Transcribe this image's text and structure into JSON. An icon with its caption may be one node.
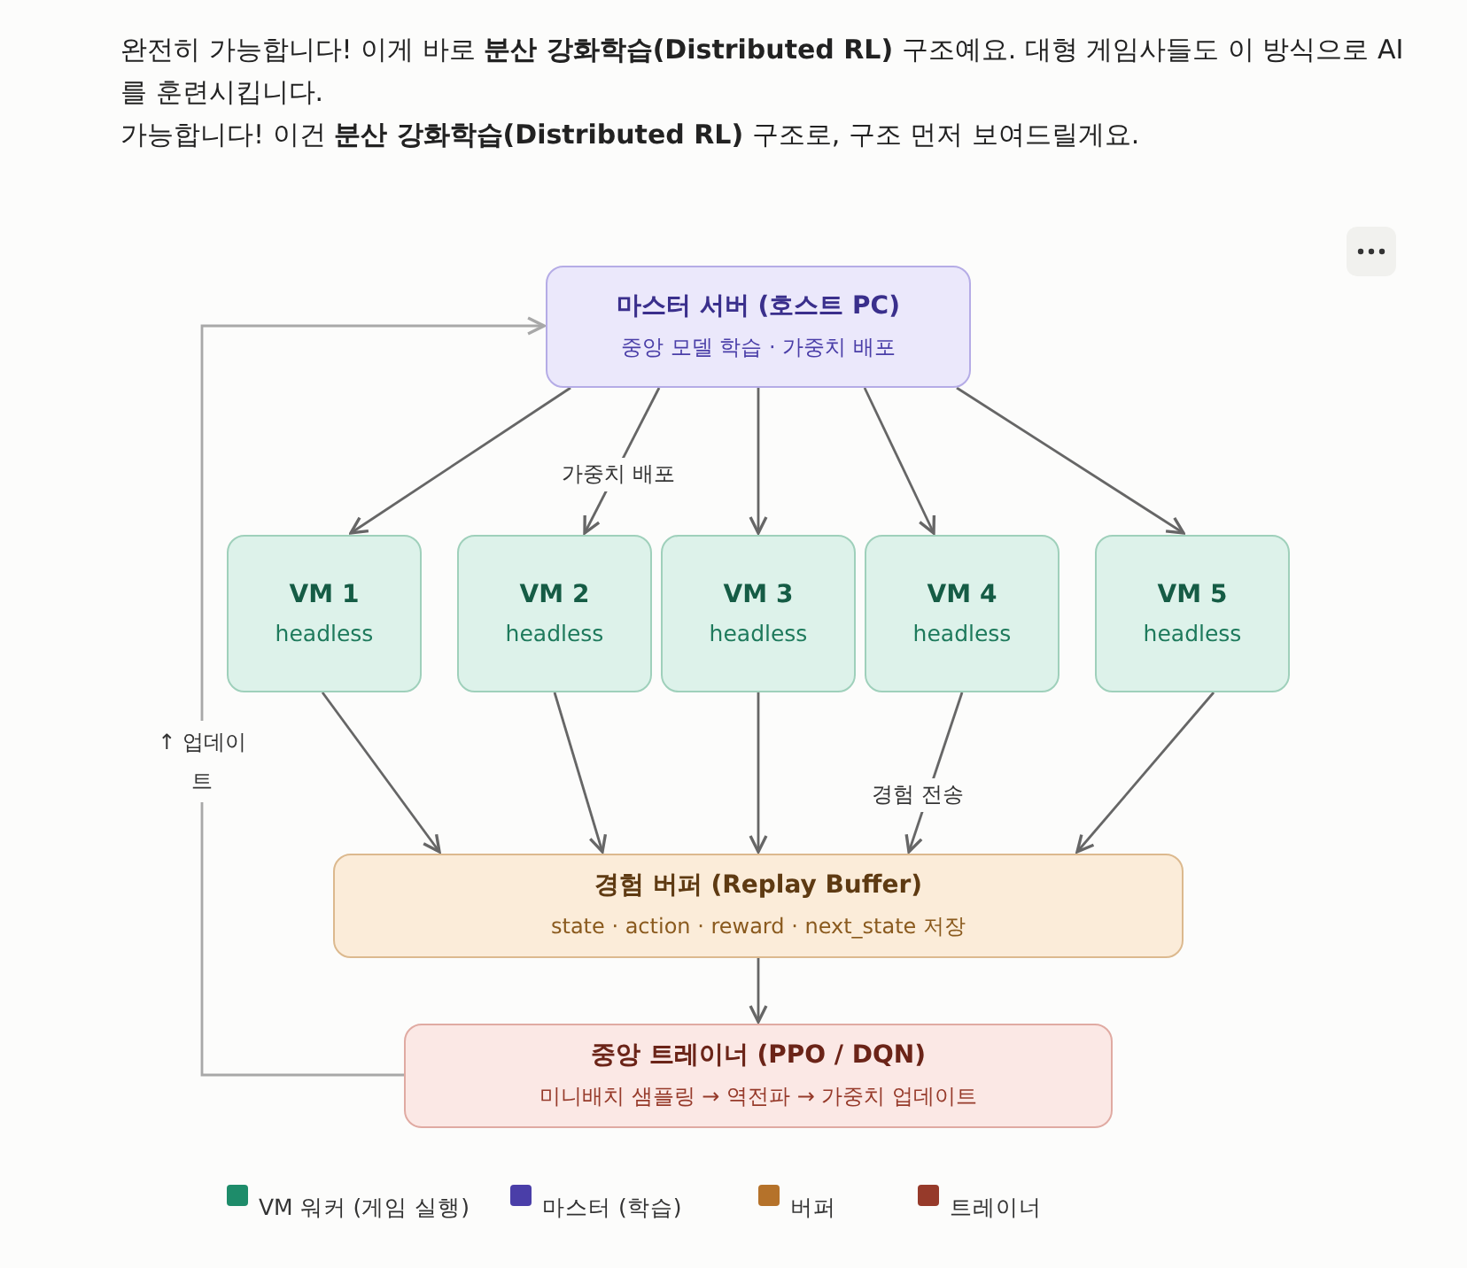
{
  "diagram": {
    "nodes": [
      {
        "text": [
          "마스터 서버 (호스트 PC)",
          "중앙 모델 학습 · 가중치 배포"
        ]
      },
      {
        "text": [
          "VM 1",
          "headless"
        ]
      },
      {
        "text": [
          "VM 2",
          "headless"
        ]
      },
      {
        "text": [
          "VM 3",
          "headless"
        ]
      },
      {
        "text": [
          "VM 4",
          "headless"
        ]
      },
      {
        "text": [
          "VM 5",
          "headless"
        ]
      },
      {
        "text": [
          "경험 버퍼 (Replay Buffer)",
          "state · action · reward · next_state 저장"
        ]
      },
      {
        "text": [
          "중앙 트레이너 (PPO / DQN)",
          "미니배치 샘플링 → 역전파 → 가중치 업데이트"
        ]
      }
    ],
    "edges": [
      {
        "from": 0,
        "to": 1,
        "arrow": "to"
      },
      {
        "from": 0,
        "to": 2,
        "arrow": "to",
        "label": "가중치 배포"
      },
      {
        "from": 0,
        "to": 3,
        "arrow": "to"
      },
      {
        "from": 0,
        "to": 4,
        "arrow": "to"
      },
      {
        "from": 0,
        "to": 5,
        "arrow": "to"
      },
      {
        "from": 1,
        "to": 6,
        "arrow": "to"
      },
      {
        "from": 2,
        "to": 6,
        "arrow": "to"
      },
      {
        "from": 3,
        "to": 6,
        "arrow": "to"
      },
      {
        "from": 4,
        "to": 6,
        "arrow": "to",
        "label": "경험 전송"
      },
      {
        "from": 5,
        "to": 6,
        "arrow": "to"
      },
      {
        "from": 6,
        "to": 7,
        "arrow": "to"
      },
      {
        "from": 7,
        "to": 0,
        "arrow": "to",
        "label": "↑ 업데이트",
        "color": "#a8a8a8"
      }
    ],
    "labels": [
      "완전히 가능합니다! 이게 바로 **분산 강화학습(Distributed RL)** 구조예요. 대형 게임사들도 이 방식으로 AI를 훈련시킵니다.",
      "가능합니다! 이건 **분산 강화학습(Distributed RL)** 구조로, 구조 먼저 보여드릴게요."
    ],
    "legend": [
      {
        "text": "VM 워커 (게임 실행)",
        "color": "#1e8c6a"
      },
      {
        "text": "마스터 (학습)",
        "color": "#4a3ea8"
      },
      {
        "text": "버퍼",
        "color": "#b5722a"
      },
      {
        "text": "트레이너",
        "color": "#963a2a"
      }
    ]
  }
}
